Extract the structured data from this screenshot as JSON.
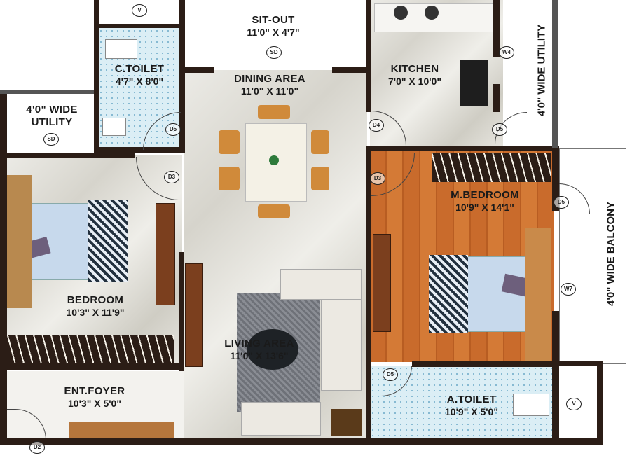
{
  "rooms": {
    "sit_out": {
      "name": "SIT-OUT",
      "dim": "11'0\" X 4'7\"",
      "tag": "SD"
    },
    "dining": {
      "name": "DINING AREA",
      "dim": "11'0\" X 11'0\""
    },
    "kitchen": {
      "name": "KITCHEN",
      "dim": "7'0\" X 10'0\"",
      "tag": "W4"
    },
    "utility_right": {
      "name": "4'0\" WIDE UTILITY"
    },
    "c_toilet": {
      "name": "C.TOILET",
      "dim": "4'7\" X 8'0\"",
      "tag": "V"
    },
    "utility_left": {
      "name": "4'0\" WIDE",
      "name2": "UTILITY",
      "tag": "SD"
    },
    "bedroom": {
      "name": "BEDROOM",
      "dim": "10'3\" X 11'9\""
    },
    "m_bedroom": {
      "name": "M.BEDROOM",
      "dim": "10'9\" X 14'1\""
    },
    "balcony": {
      "name": "4'0\" WIDE BALCONY",
      "tag": "W7"
    },
    "living": {
      "name": "LIVING AREA",
      "dim": "11'0\" X 13'6\""
    },
    "foyer": {
      "name": "ENT.FOYER",
      "dim": "10'3\" X 5'0\""
    },
    "a_toilet": {
      "name": "A.TOILET",
      "dim": "10'9\" X 5'0\"",
      "tag": "V"
    }
  },
  "doors": {
    "d1": "D5",
    "d2": "D3",
    "d3": "D4",
    "d4": "D5",
    "d5": "D3",
    "d6": "D5",
    "d7": "D5",
    "d8": "D2"
  },
  "colors": {
    "wall": "#2b1d16",
    "wood_floor": "#c96b2c",
    "tile_floor": "#dbeef5",
    "marble_floor": "#e6e4de"
  }
}
